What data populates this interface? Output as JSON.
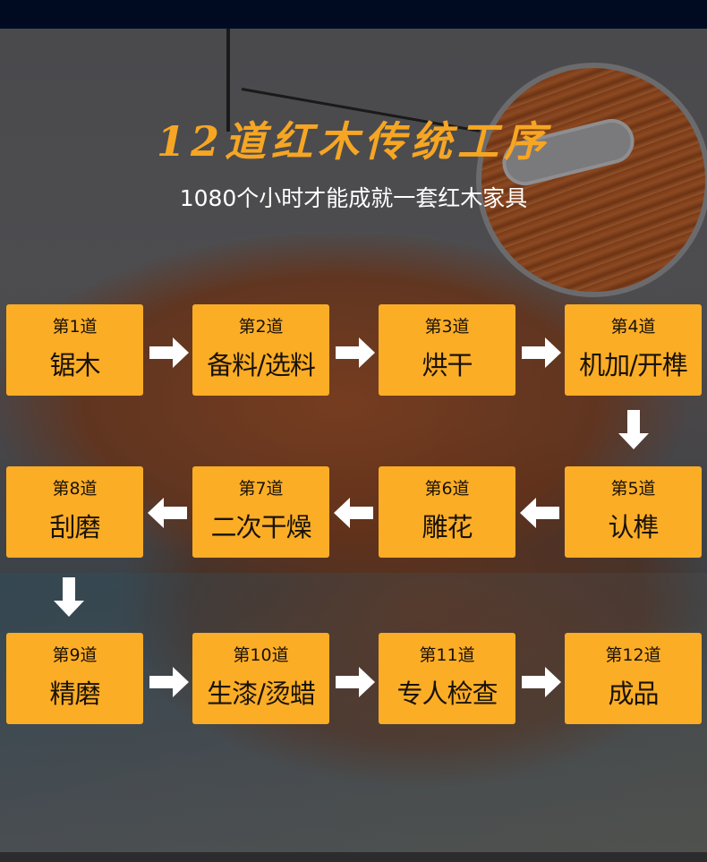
{
  "header": {
    "title": "12道红木传统工序",
    "subtitle": "1080个小时才能成就一套红木家具"
  },
  "steps": [
    {
      "num": "第1道",
      "name": "锯木"
    },
    {
      "num": "第2道",
      "name": "备料/选料"
    },
    {
      "num": "第3道",
      "name": "烘干"
    },
    {
      "num": "第4道",
      "name": "机加/开榫"
    },
    {
      "num": "第5道",
      "name": "认榫"
    },
    {
      "num": "第6道",
      "name": "雕花"
    },
    {
      "num": "第7道",
      "name": "二次干燥"
    },
    {
      "num": "第8道",
      "name": "刮磨"
    },
    {
      "num": "第9道",
      "name": "精磨"
    },
    {
      "num": "第10道",
      "name": "生漆/烫蜡"
    },
    {
      "num": "第11道",
      "name": "专人检查"
    },
    {
      "num": "第12道",
      "name": "成品"
    }
  ],
  "colors": {
    "box": "#fbad26",
    "title": "#f6a623",
    "topbar": "#000b22"
  }
}
